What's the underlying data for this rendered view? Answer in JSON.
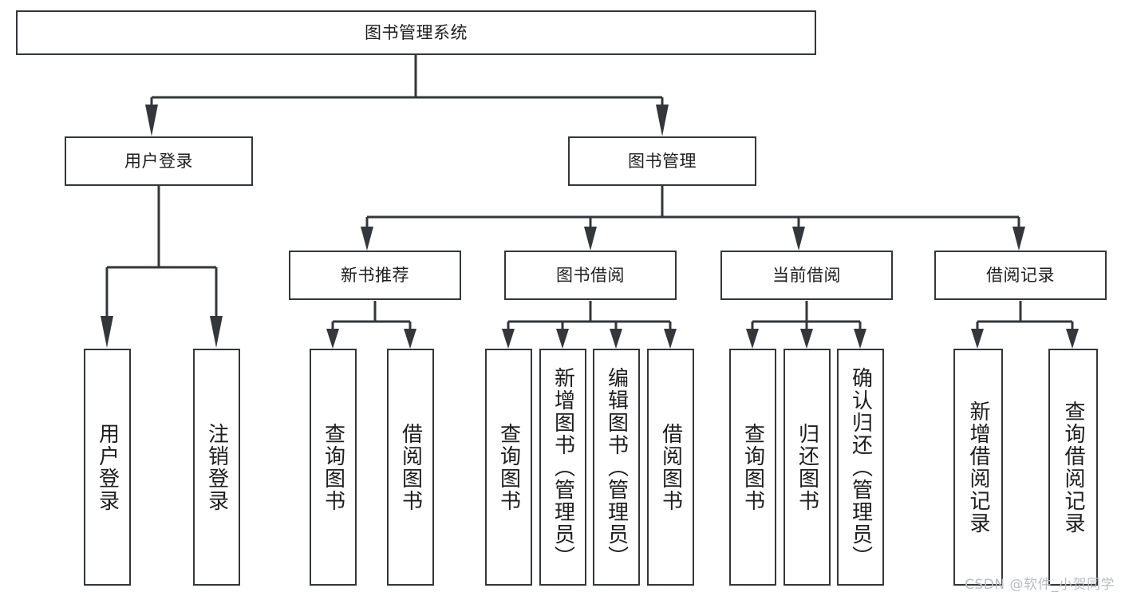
{
  "diagram": {
    "title": "图书管理系统",
    "type": "tree-hierarchy",
    "colors": {
      "border": "#33373b",
      "background": "#ffffff",
      "text": "#1d1d1f",
      "connector": "#33373b",
      "watermark": "#b9bcc0"
    },
    "watermark": "CSDN @软件_小贺同学",
    "nodes": {
      "root": {
        "label": "图书管理系统"
      },
      "level2": [
        {
          "label": "用户登录"
        },
        {
          "label": "图书管理"
        }
      ],
      "level3": [
        {
          "label": "新书推荐"
        },
        {
          "label": "图书借阅"
        },
        {
          "label": "当前借阅"
        },
        {
          "label": "借阅记录"
        }
      ],
      "leaves": {
        "user_login": [
          {
            "label": "用户登录"
          },
          {
            "label": "注销登录"
          }
        ],
        "new_book_recommend": [
          {
            "label": "查询图书"
          },
          {
            "label": "借阅图书"
          }
        ],
        "book_borrow": [
          {
            "label": "查询图书"
          },
          {
            "label": "新增图书（管理员）"
          },
          {
            "label": "编辑图书（管理员）"
          },
          {
            "label": "借阅图书"
          }
        ],
        "current_borrow": [
          {
            "label": "查询图书"
          },
          {
            "label": "归还图书"
          },
          {
            "label": "确认归还（管理员）"
          }
        ],
        "borrow_record": [
          {
            "label": "新增借阅记录"
          },
          {
            "label": "查询借阅记录"
          }
        ]
      }
    }
  }
}
